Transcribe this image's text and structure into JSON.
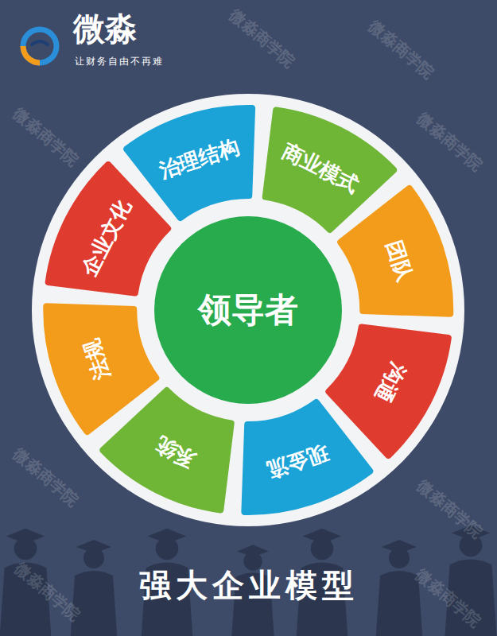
{
  "diagram": {
    "title": "强大企业模型",
    "nodes": [
      {
        "text": [
          "领导者"
        ]
      },
      {
        "text": [
          "治理结构"
        ]
      },
      {
        "text": [
          "商业模式"
        ]
      },
      {
        "text": [
          "团队"
        ]
      },
      {
        "text": [
          "沟通"
        ]
      },
      {
        "text": [
          "现金流"
        ]
      },
      {
        "text": [
          "系统"
        ]
      },
      {
        "text": [
          "法规"
        ]
      },
      {
        "text": [
          "企业文化"
        ]
      }
    ],
    "labels": [
      "微淼",
      "让财务自由不再难",
      "微淼商学院",
      "微淼商学院",
      "微淼商学院",
      "微淼商学院",
      "微淼商学院",
      "微淼商学院",
      "微淼商学院",
      "微淼商学院"
    ]
  }
}
